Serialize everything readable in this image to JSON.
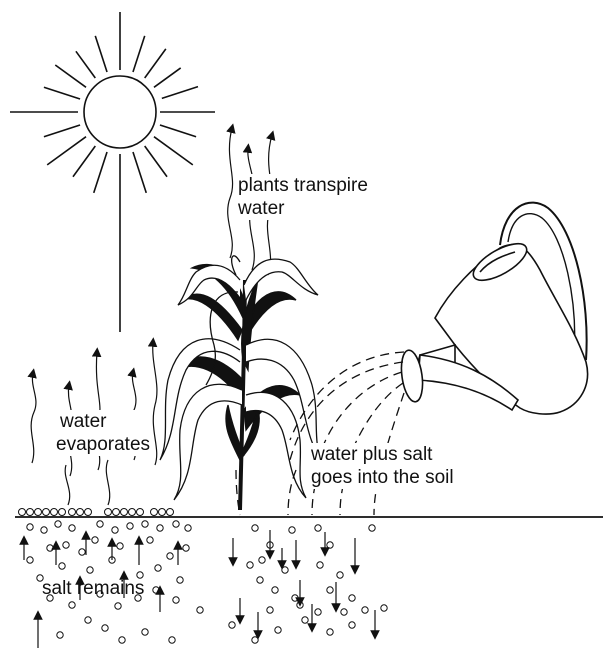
{
  "labels": {
    "transpire_line1": "plants transpire",
    "transpire_line2": "water",
    "evaporate_line1": "water",
    "evaporate_line2": "evaporates",
    "soil_line1": "water plus salt",
    "soil_line2": "goes into the soil",
    "salt": "salt remains"
  },
  "colors": {
    "ink": "#111111",
    "background": "#ffffff"
  },
  "icons": [
    "sun-icon",
    "corn-plant-icon",
    "watering-can-icon",
    "salt-particle-icon",
    "arrow-up-icon",
    "arrow-down-icon"
  ]
}
